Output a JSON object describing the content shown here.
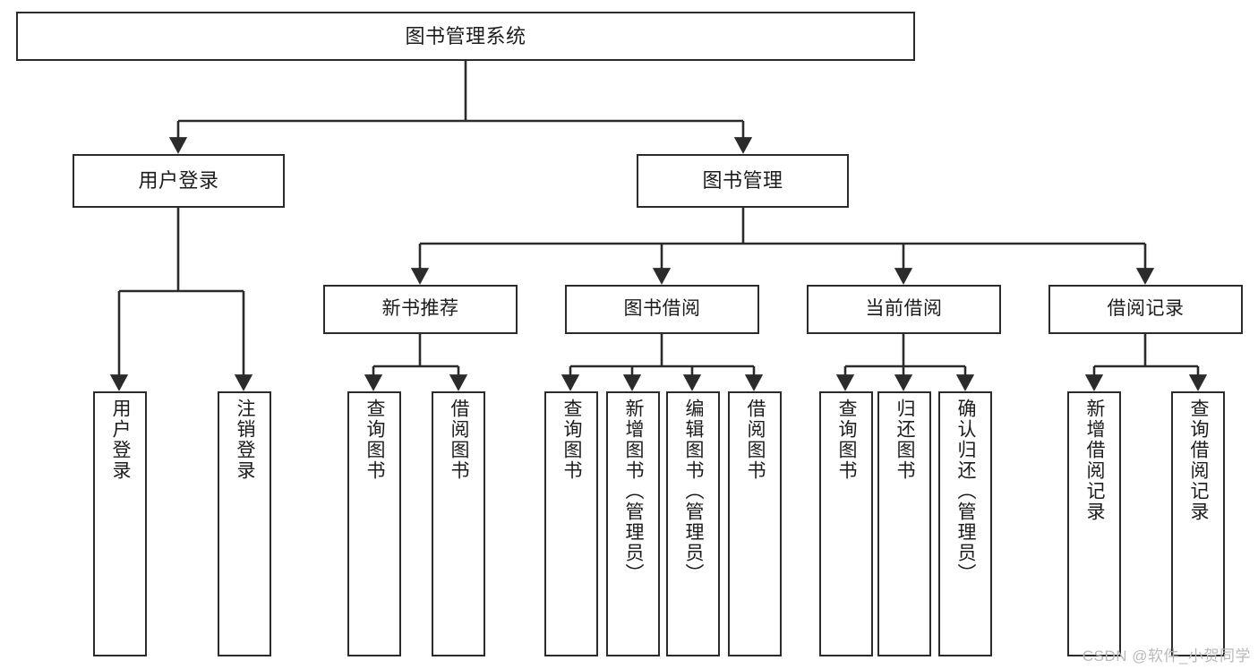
{
  "diagram": {
    "title": "图书管理系统",
    "type": "tree-hierarchy",
    "watermark": "CSDN @软件_小贺同学",
    "colors": {
      "border": "#2b2b2b",
      "background": "#ffffff",
      "text": "#1c1c1c",
      "watermark": "#b9b9b9"
    },
    "nodes": {
      "root": {
        "label": "图书管理系统"
      },
      "level2": [
        {
          "label": "用户登录"
        },
        {
          "label": "图书管理"
        }
      ],
      "level3": [
        {
          "label": "新书推荐"
        },
        {
          "label": "图书借阅"
        },
        {
          "label": "当前借阅"
        },
        {
          "label": "借阅记录"
        }
      ],
      "leaves": {
        "user_login": [
          {
            "label": "用户登录"
          },
          {
            "label": "注销登录"
          }
        ],
        "new_book_recommend": [
          {
            "label": "查询图书"
          },
          {
            "label": "借阅图书"
          }
        ],
        "book_borrow": [
          {
            "label": "查询图书"
          },
          {
            "label": "新增图书（管理员）"
          },
          {
            "label": "编辑图书（管理员）"
          },
          {
            "label": "借阅图书"
          }
        ],
        "current_borrow": [
          {
            "label": "查询图书"
          },
          {
            "label": "归还图书"
          },
          {
            "label": "确认归还（管理员）"
          }
        ],
        "borrow_record": [
          {
            "label": "新增借阅记录"
          },
          {
            "label": "查询借阅记录"
          }
        ]
      }
    }
  }
}
